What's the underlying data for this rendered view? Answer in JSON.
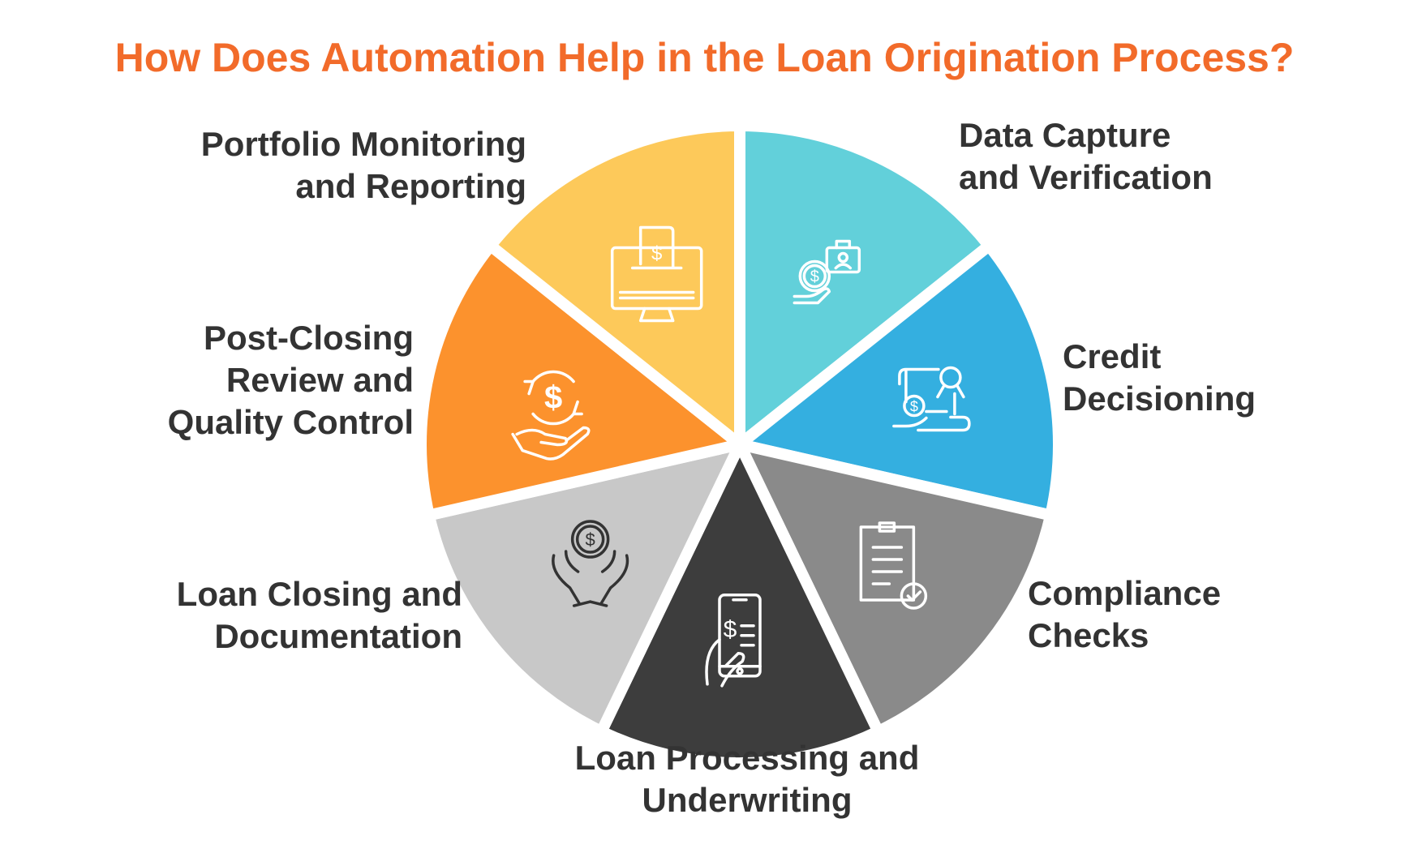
{
  "title": "How Does Automation Help in the Loan Origination Process?",
  "colors": {
    "title": "#F26B2A",
    "label": "#333333"
  },
  "slices": [
    {
      "name": "data-capture",
      "color": "#62D0DA",
      "icon": "coin-hand-id-card-icon",
      "label": [
        "Data Capture",
        "and Verification"
      ]
    },
    {
      "name": "credit-decisioning",
      "color": "#34AFE0",
      "icon": "certificate-coin-hand-icon",
      "label": [
        "Credit",
        "Decisioning"
      ]
    },
    {
      "name": "compliance-checks",
      "color": "#8A8A8A",
      "icon": "clipboard-check-icon",
      "label": [
        "Compliance",
        "Checks"
      ]
    },
    {
      "name": "loan-processing",
      "color": "#3D3D3D",
      "icon": "phone-dollar-hand-icon",
      "label": [
        "Loan Processing and",
        "Underwriting"
      ]
    },
    {
      "name": "loan-closing",
      "color": "#C8C8C8",
      "icon": "hands-coin-icon",
      "label": [
        "Loan Closing and",
        "Documentation"
      ]
    },
    {
      "name": "post-closing",
      "color": "#FC922D",
      "icon": "dollar-cycle-hand-icon",
      "label": [
        "Post-Closing",
        "Review and",
        "Quality Control"
      ]
    },
    {
      "name": "portfolio-monitoring",
      "color": "#FDC95A",
      "icon": "monitor-invoice-icon",
      "label": [
        "Portfolio Monitoring",
        "and Reporting"
      ]
    }
  ]
}
